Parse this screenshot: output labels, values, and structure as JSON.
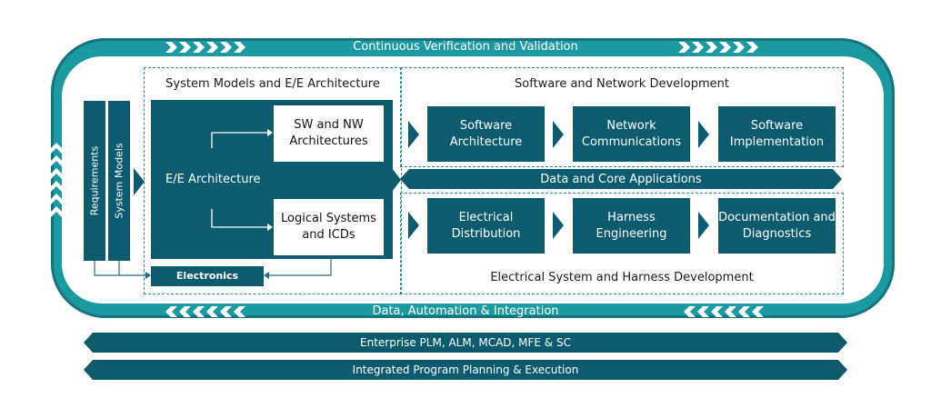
{
  "bands": {
    "top": "Continuous Verification and Validation",
    "bottom": "Data, Automation & Integration"
  },
  "left_column": {
    "requirements": "Requirements",
    "system_models": "System Models"
  },
  "system_models_section": {
    "title": "System Models and E/E Architecture",
    "ee_architecture": "E/E Architecture",
    "sw_nw": "SW and NW Architectures",
    "logical_systems": "Logical Systems and ICDs",
    "electronics": "Electronics"
  },
  "software_section": {
    "title": "Software and Network Development",
    "boxes": [
      "Software Architecture",
      "Network Communications",
      "Software Implementation"
    ]
  },
  "data_core": "Data and Core Applications",
  "electrical_section": {
    "title": "Electrical System and Harness Development",
    "boxes": [
      "Electrical Distribution",
      "Harness Engineering",
      "Documentation and Diagnostics"
    ]
  },
  "platform_bars": [
    "Enterprise PLM, ALM, MCAD, MFE & SC",
    "Integrated Program Planning & Execution"
  ],
  "colors": {
    "teal_ring": "#1c9aa1",
    "dark_teal": "#0c5b6e"
  }
}
